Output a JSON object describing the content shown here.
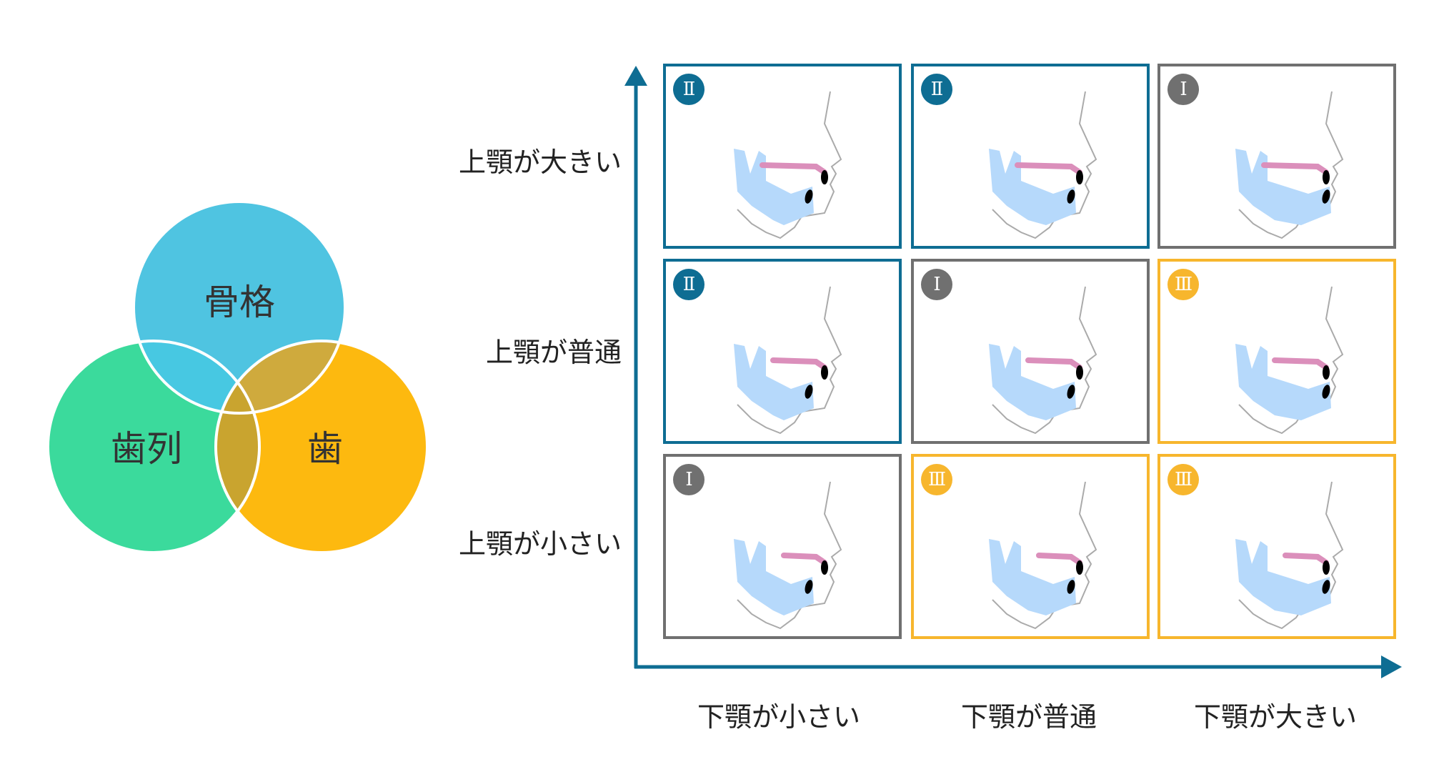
{
  "venn": {
    "circles": [
      {
        "label": "骨格",
        "color": "#4FC4E1"
      },
      {
        "label": "歯列",
        "color": "#3BDA9C"
      },
      {
        "label": "歯",
        "color": "#FDB90F"
      }
    ],
    "overlap_colors": {
      "skeleton_dentition": "#47C8E2",
      "skeleton_teeth": "#CFAA3D",
      "dentition_teeth": "#C9A42F"
    }
  },
  "grid": {
    "rows": [
      {
        "label": "上顎が大きい"
      },
      {
        "label": "上顎が普通"
      },
      {
        "label": "上顎が小さい"
      }
    ],
    "columns": [
      {
        "label": "下顎が小さい"
      },
      {
        "label": "下顎が普通"
      },
      {
        "label": "下顎が大きい"
      }
    ],
    "cells": [
      [
        {
          "class": "Ⅱ",
          "color": "#0E6D93"
        },
        {
          "class": "Ⅱ",
          "color": "#0E6D93"
        },
        {
          "class": "Ⅰ",
          "color": "#707070"
        }
      ],
      [
        {
          "class": "Ⅱ",
          "color": "#0E6D93"
        },
        {
          "class": "Ⅰ",
          "color": "#707070"
        },
        {
          "class": "Ⅲ",
          "color": "#F7B62D"
        }
      ],
      [
        {
          "class": "Ⅰ",
          "color": "#707070"
        },
        {
          "class": "Ⅲ",
          "color": "#F7B62D"
        },
        {
          "class": "Ⅲ",
          "color": "#F7B62D"
        }
      ]
    ]
  },
  "colors": {
    "axis": "#0E6D93",
    "jaw": "#B6D9FB",
    "maxilla": "#DB8FBB",
    "tooth": "#000000",
    "profile": "#AAAAAA"
  }
}
